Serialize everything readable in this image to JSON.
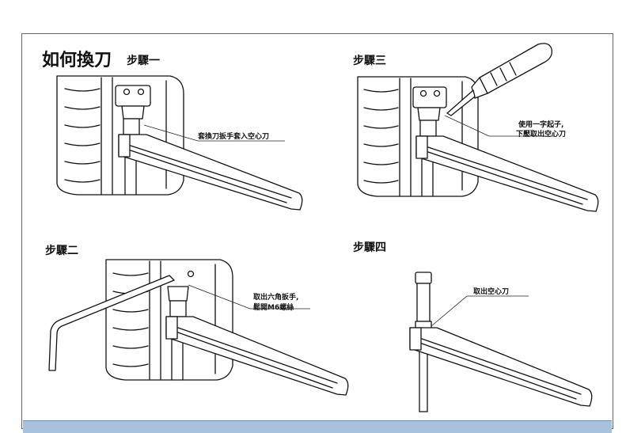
{
  "title": "如何換刀",
  "steps": {
    "step1": {
      "heading": "步驟一",
      "note": "套換刀扳手套入空心刀"
    },
    "step2": {
      "heading": "步驟二",
      "note_line1": "取出六角扳手,",
      "note_line2": "鬆開M6螺絲"
    },
    "step3": {
      "heading": "步驟三",
      "note_line1": "使用一字起子,",
      "note_line2": "下壓取出空心刀"
    },
    "step4": {
      "heading": "步驟四",
      "note": "取出空心刀"
    }
  },
  "colors": {
    "frame_border": "#666666",
    "bottom_band": "#a9c2dc",
    "line": "#111111"
  }
}
